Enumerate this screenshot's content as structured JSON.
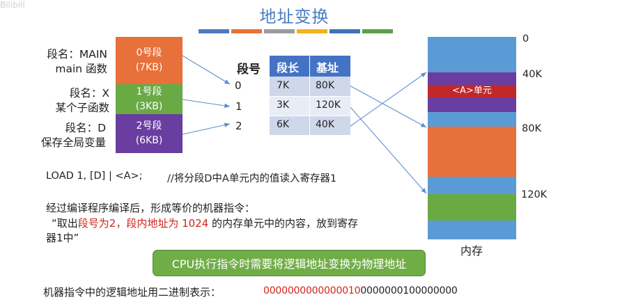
{
  "title": "地址变换",
  "watermark": "Bilibili",
  "color_bars": [
    "#4a7cc0",
    "#e8703a",
    "#9b9b9b",
    "#f2b31e",
    "#3e73b8",
    "#5aa14a"
  ],
  "segments": [
    {
      "label1": "段名：MAIN",
      "label2": "main 函数",
      "box1": "0号段",
      "box2": "(7KB)",
      "color": "#e8703a"
    },
    {
      "label1": "段名：X",
      "label2": "某个子函数",
      "box1": "1号段",
      "box2": "(3KB)",
      "color": "#6aaa45"
    },
    {
      "label1": "段名：D",
      "label2": "保存全局变量",
      "box1": "2号段",
      "box2": "(6KB)",
      "color": "#6a3ea0"
    }
  ],
  "seg_numbers": {
    "header": "段号",
    "values": [
      "0",
      "1",
      "2"
    ]
  },
  "table": {
    "headers": [
      "段长",
      "基址"
    ],
    "rows": [
      [
        "7K",
        "80K"
      ],
      [
        "3K",
        "120K"
      ],
      [
        "6K",
        "40K"
      ]
    ]
  },
  "memory": {
    "caption": "内存",
    "unit_label": "<A>单元",
    "addresses": [
      "0",
      "40K",
      "80K",
      "120K"
    ]
  },
  "instruction": {
    "code": "LOAD 1, [D] | <A>;",
    "comment": "//将分段D中A单元内的值读入寄存器1"
  },
  "explain": {
    "line1": "经过编译程序编译后，形成等价的机器指令：",
    "line2_a": "“取出",
    "line2_red": "段号为2，段内地址为 1024",
    "line2_b": " 的内存单元中的内容，放到寄存",
    "line3": "器1中”"
  },
  "callout": "CPU执行指令时需要将逻辑地址变换为物理地址",
  "binary": {
    "label": "机器指令中的逻辑地址用二进制表示：",
    "red_part": "0000000000000010",
    "black_part": "0000000100000000"
  }
}
